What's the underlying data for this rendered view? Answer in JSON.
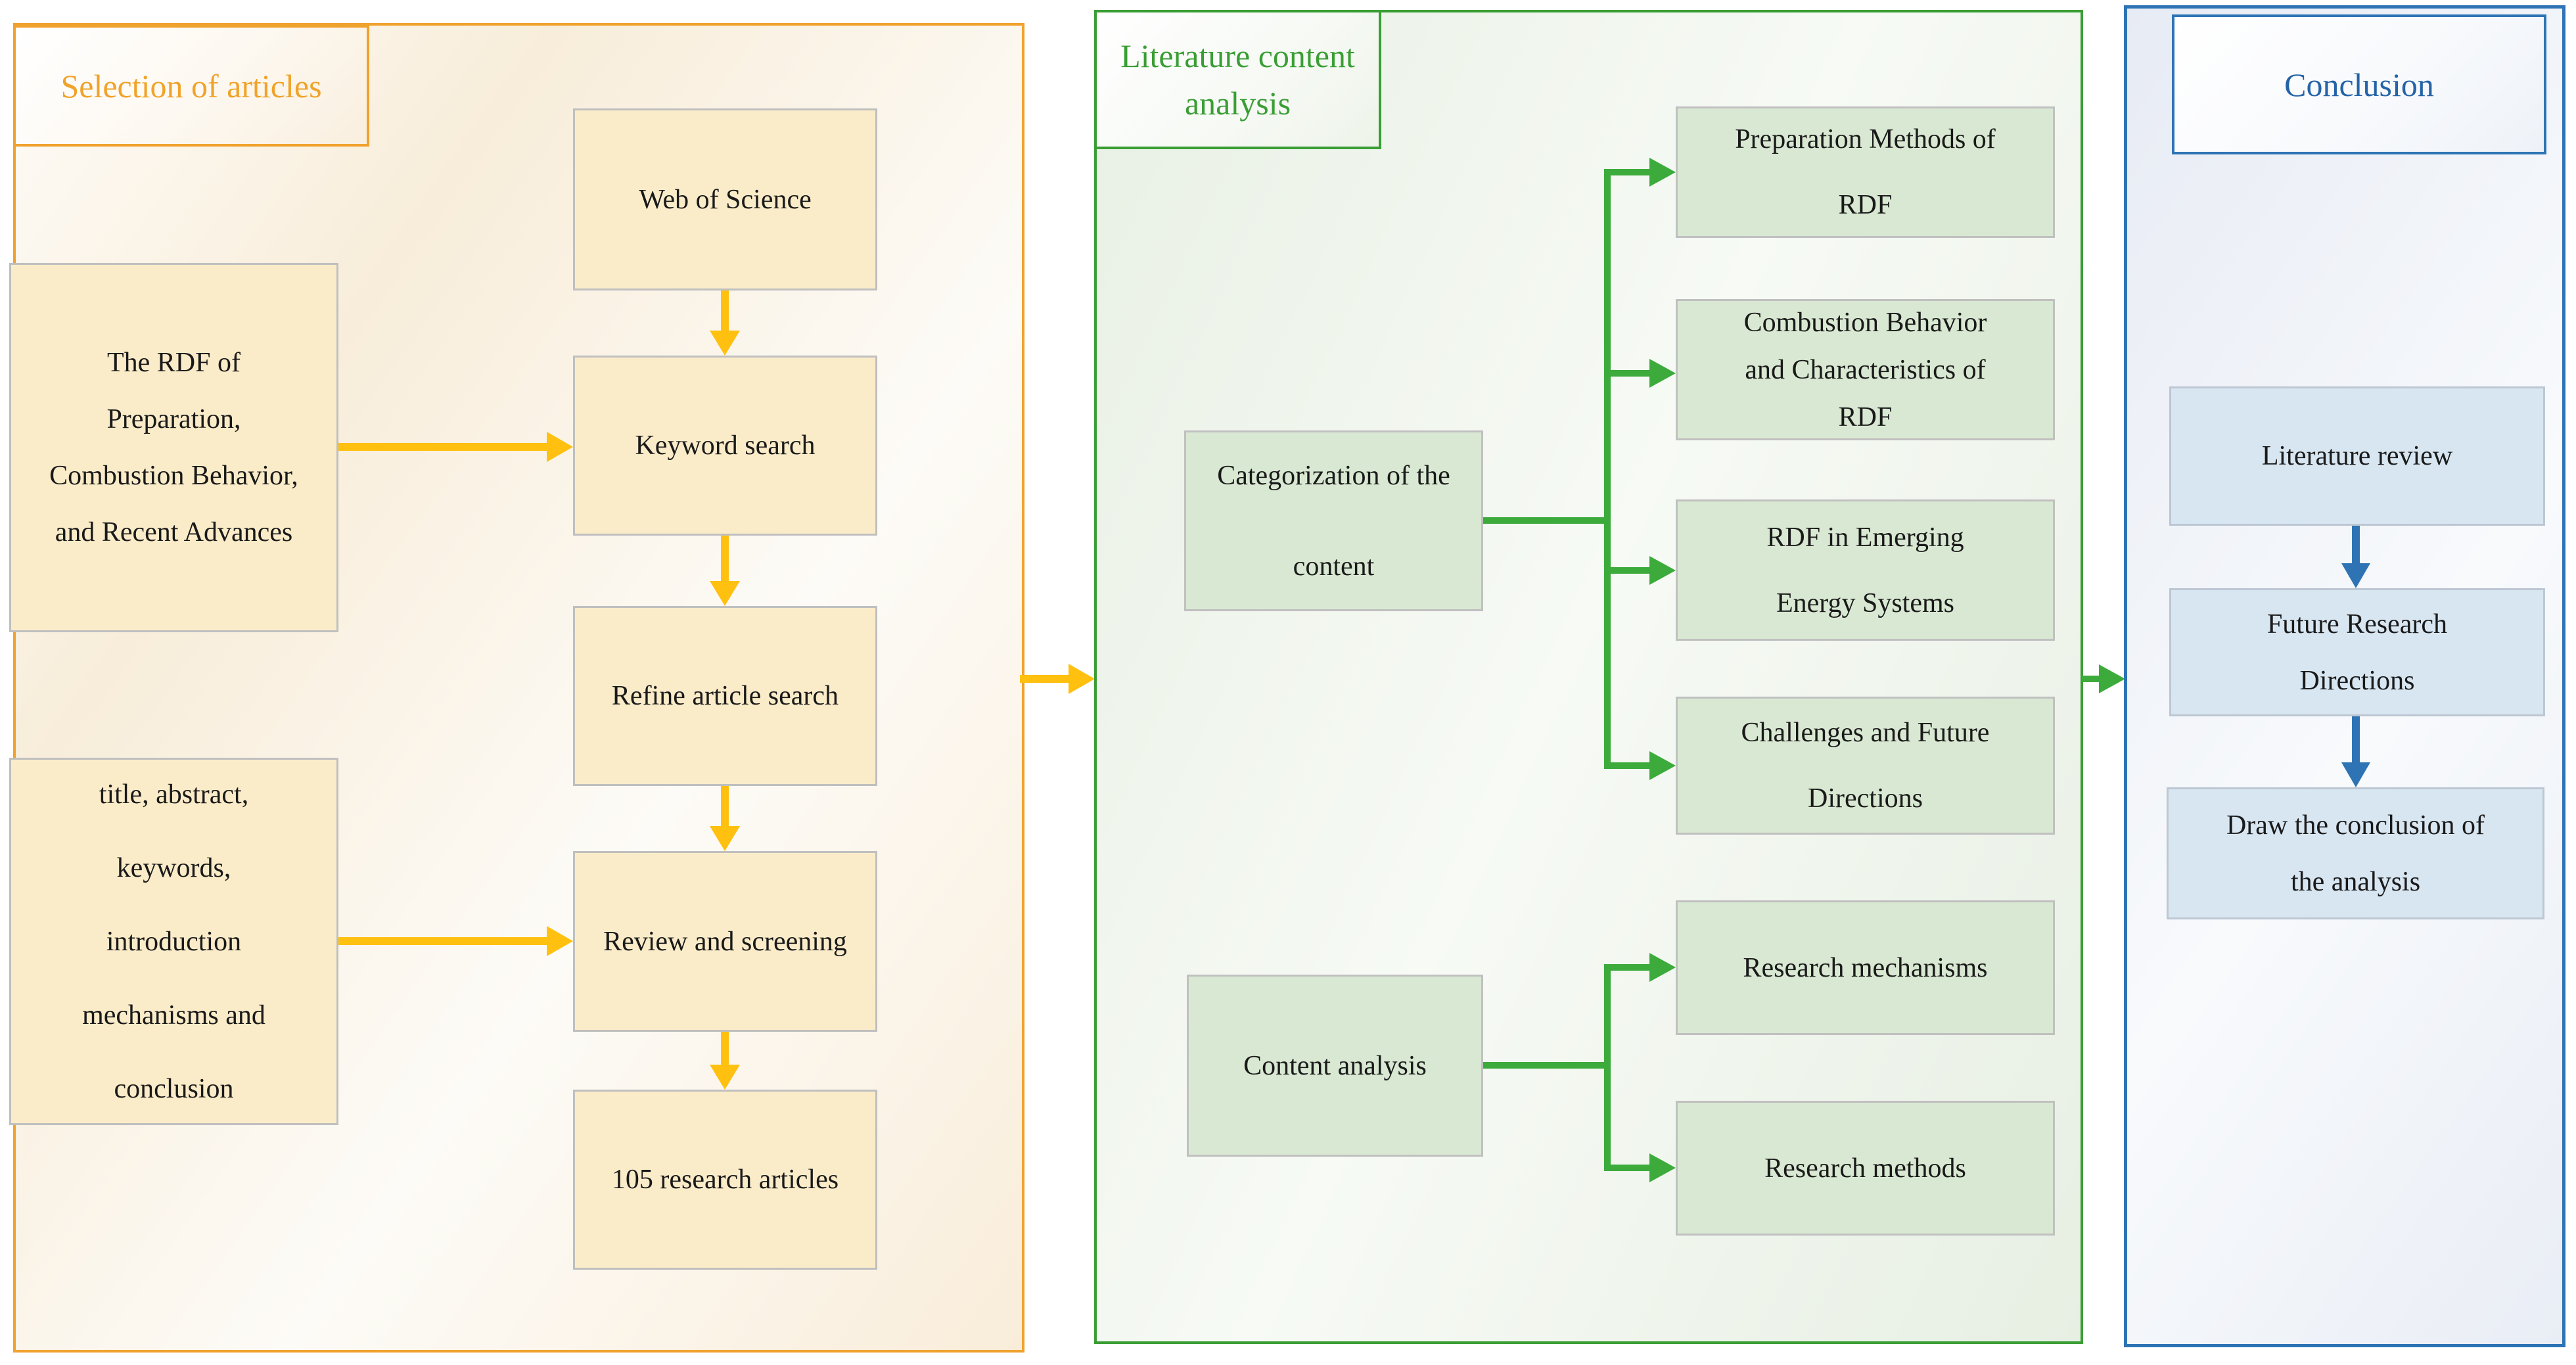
{
  "diagram": {
    "selection": {
      "title": "Selection of articles",
      "scope_box": "The RDF of\nPreparation,\nCombustion Behavior,\nand Recent Advances",
      "criteria_box": "title, abstract,\nkeywords,\nintroduction\nmechanisms and\nconclusion",
      "steps": [
        "Web of Science",
        "Keyword search",
        "Refine article search",
        "Review and screening",
        "105 research articles"
      ]
    },
    "analysis": {
      "title": "Literature content\nanalysis",
      "categorization_box": "Categorization of the\ncontent",
      "content_box": "Content analysis",
      "categories": [
        "Preparation Methods of\nRDF",
        "Combustion Behavior\nand Characteristics of\nRDF",
        "RDF in Emerging\nEnergy Systems",
        "Challenges and Future\nDirections"
      ],
      "analysis_items": [
        "Research mechanisms",
        "Research methods"
      ]
    },
    "conclusion": {
      "title": "Conclusion",
      "steps": [
        "Literature review",
        "Future Research\nDirections",
        "Draw the conclusion of\nthe analysis"
      ]
    },
    "colors": {
      "selection_accent": "#F0A22E",
      "selection_arrow": "#FFC010",
      "selection_box_fill": "#FBECC9",
      "analysis_accent": "#3A9E35",
      "analysis_arrow": "#3CAB3C",
      "analysis_box_fill": "#D9E8D2",
      "conclusion_accent": "#2E74B5",
      "conclusion_box_fill": "#D8E6F2",
      "box_border_gray": "#BFBFBF",
      "text_black": "#1A1A1A"
    }
  }
}
